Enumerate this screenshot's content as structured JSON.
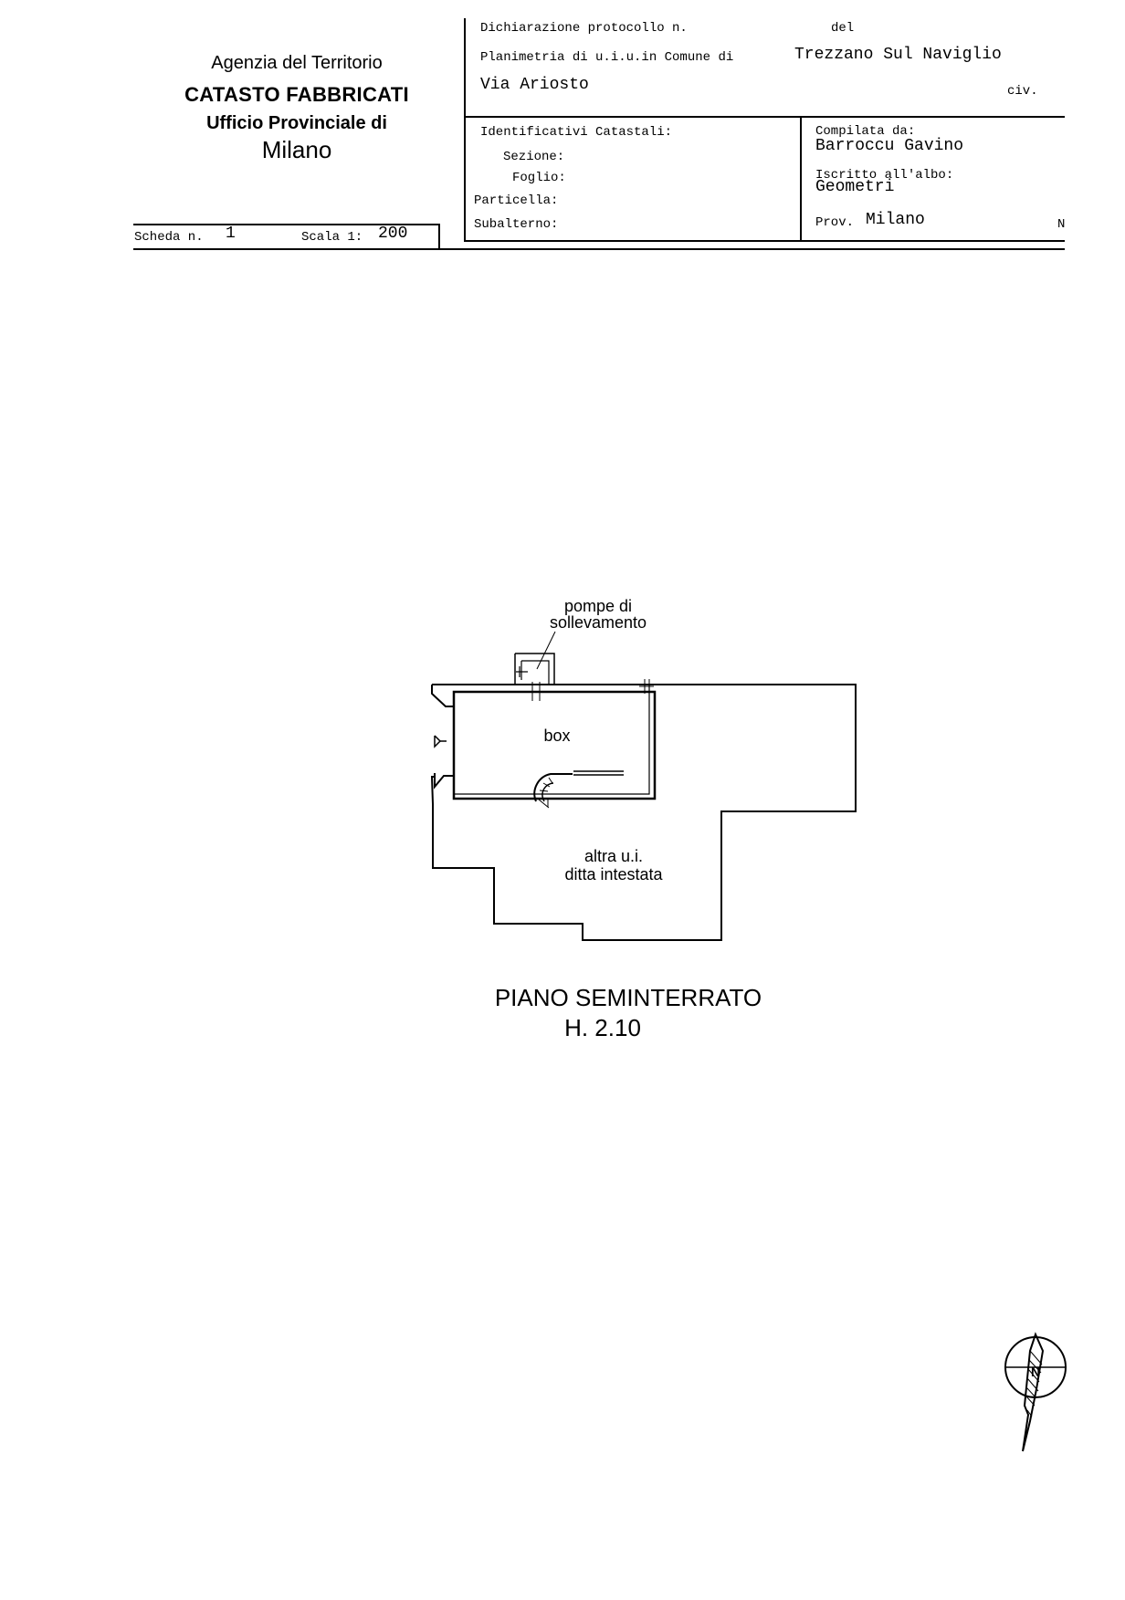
{
  "header": {
    "agency": {
      "line1": "Agenzia del Territorio",
      "line2": "CATASTO FABBRICATI",
      "line3": "Ufficio Provinciale di",
      "line4": "Milano"
    },
    "declaration": {
      "protocol_label": "Dichiarazione protocollo n.",
      "date_label": "del",
      "plan_label": "Planimetria di u.i.u.in Comune di",
      "municipality": "Trezzano Sul Naviglio",
      "street": "Via Ariosto",
      "civic_label": "civ."
    },
    "identifiers": {
      "title": "Identificativi Catastali:",
      "section_label": "Sezione:",
      "sheet_label": "Foglio:",
      "parcel_label": "Particella:",
      "subunit_label": "Subalterno:"
    },
    "compiler": {
      "compiled_by_label": "Compilata da:",
      "compiled_by": "Barroccu Gavino",
      "register_label": "Iscritto all'albo:",
      "register": "Geometri",
      "province_label": "Prov.",
      "province": "Milano",
      "edge_mark": "N"
    },
    "sheet": {
      "scheda_label": "Scheda n.",
      "scheda_number": "1",
      "scale_label": "Scala 1:",
      "scale_value": "200"
    }
  },
  "plan": {
    "pumps_label_line1": "pompe di",
    "pumps_label_line2": "sollevamento",
    "box_label": "box",
    "other_unit_line1": "altra u.i.",
    "other_unit_line2": "ditta intestata",
    "floor_title": "PIANO SEMINTERRATO",
    "floor_height": "H. 2.10"
  },
  "north_arrow": {
    "icon": "north-arrow-icon",
    "letter": "N"
  }
}
